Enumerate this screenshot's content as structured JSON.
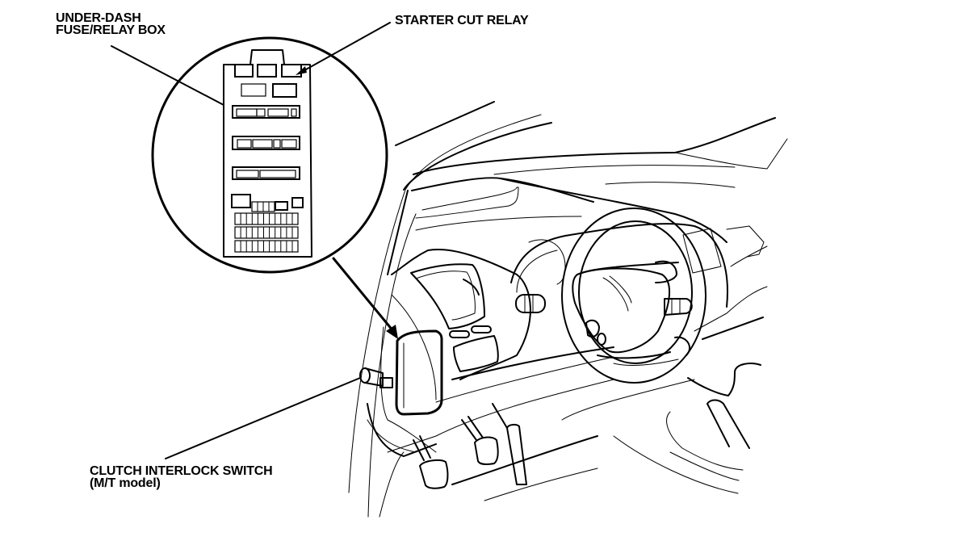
{
  "diagram": {
    "title": "Under-dash fuse/relay box and clutch interlock switch location",
    "colors": {
      "line": "#000000",
      "background": "#ffffff"
    },
    "callouts": [
      {
        "id": "fuse-box",
        "lines": [
          "UNDER-DASH",
          "FUSE/RELAY BOX"
        ]
      },
      {
        "id": "starter-relay",
        "lines": [
          "STARTER CUT RELAY"
        ]
      },
      {
        "id": "clutch-switch",
        "lines": [
          "CLUTCH INTERLOCK SWITCH",
          "(M/T model)"
        ]
      }
    ],
    "components": [
      "steering-wheel",
      "instrument-panel",
      "windshield-pillar",
      "under-dash-fuse-relay-box",
      "clutch-pedal",
      "brake-pedal",
      "accelerator-pedal",
      "clutch-interlock-switch",
      "center-console"
    ]
  }
}
